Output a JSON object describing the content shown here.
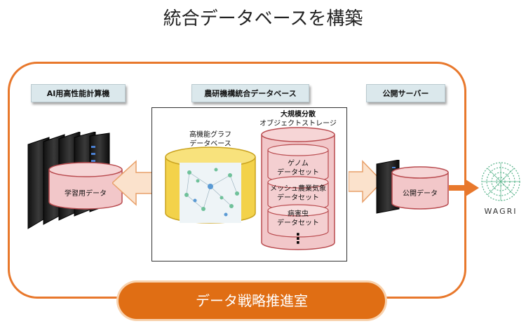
{
  "title": "統合データベースを構築",
  "left": {
    "label": "AI用高性能計算機",
    "db_label": "学習用データ"
  },
  "center": {
    "label": "農研機構統合データベース",
    "graph_db_label": [
      "高機能グラフ",
      "データベース"
    ],
    "storage_label": [
      "大規模分散",
      "オブジェクトストレージ"
    ],
    "datasets": [
      [
        "ゲノム",
        "データセット"
      ],
      [
        "メッシュ農業気象",
        "データセット"
      ],
      [
        "病害虫",
        "データセット"
      ]
    ],
    "more": "⋮"
  },
  "right": {
    "label": "公開サーバー",
    "db_label": "公開データ"
  },
  "logo_text": "WAGRI",
  "bottom": "データ戦略推進室",
  "colors": {
    "accent": "#e8782c",
    "cylinder_red": "#f2c7c9",
    "cylinder_yellow": "#f3d24a"
  }
}
